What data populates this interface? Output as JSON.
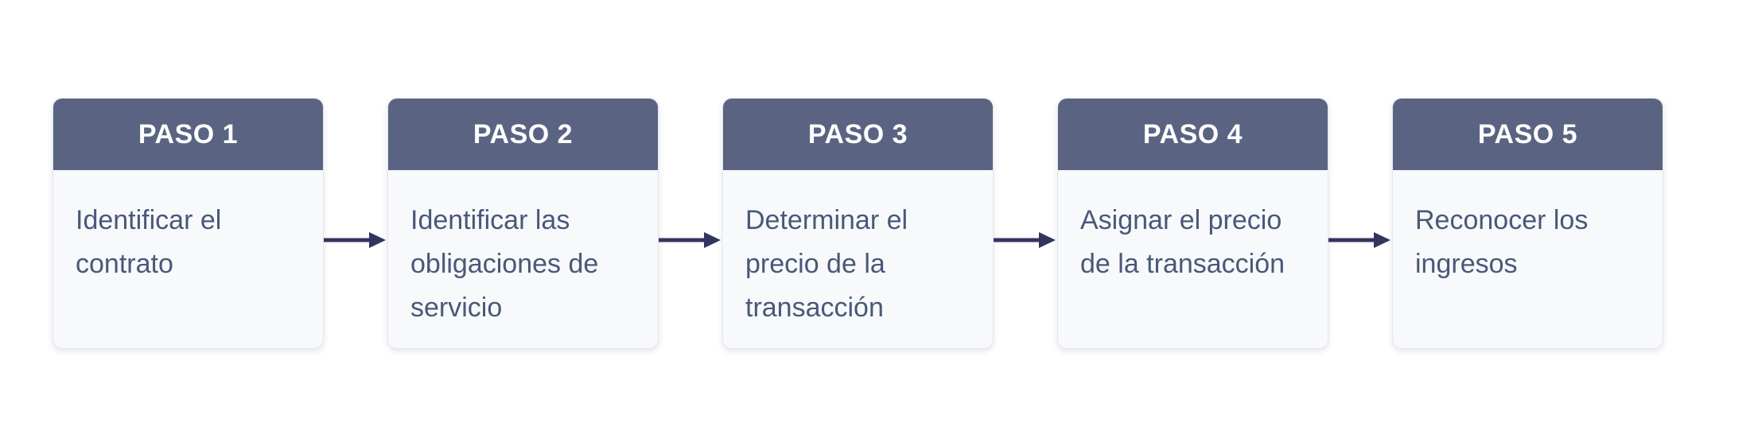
{
  "diagram": {
    "title": "",
    "steps": [
      {
        "label": "PASO 1",
        "text": "Identificar el\ncontrato"
      },
      {
        "label": "PASO 2",
        "text": "Identificar las\nobligaciones de\nservicio"
      },
      {
        "label": "PASO 3",
        "text": "Determinar el\nprecio de la\ntransacción"
      },
      {
        "label": "PASO 4",
        "text": "Asignar el precio\nde la transacción"
      },
      {
        "label": "PASO 5",
        "text": "Reconocer los\ningresos"
      }
    ],
    "connector": "arrow-right",
    "colors": {
      "header_bg": "#5a6482",
      "header_text": "#ffffff",
      "body_bg": "#f8f9fb",
      "body_text": "#4a5878",
      "card_border": "#e4e6eb",
      "arrow": "#333560",
      "page_bg": "#ffffff"
    }
  }
}
